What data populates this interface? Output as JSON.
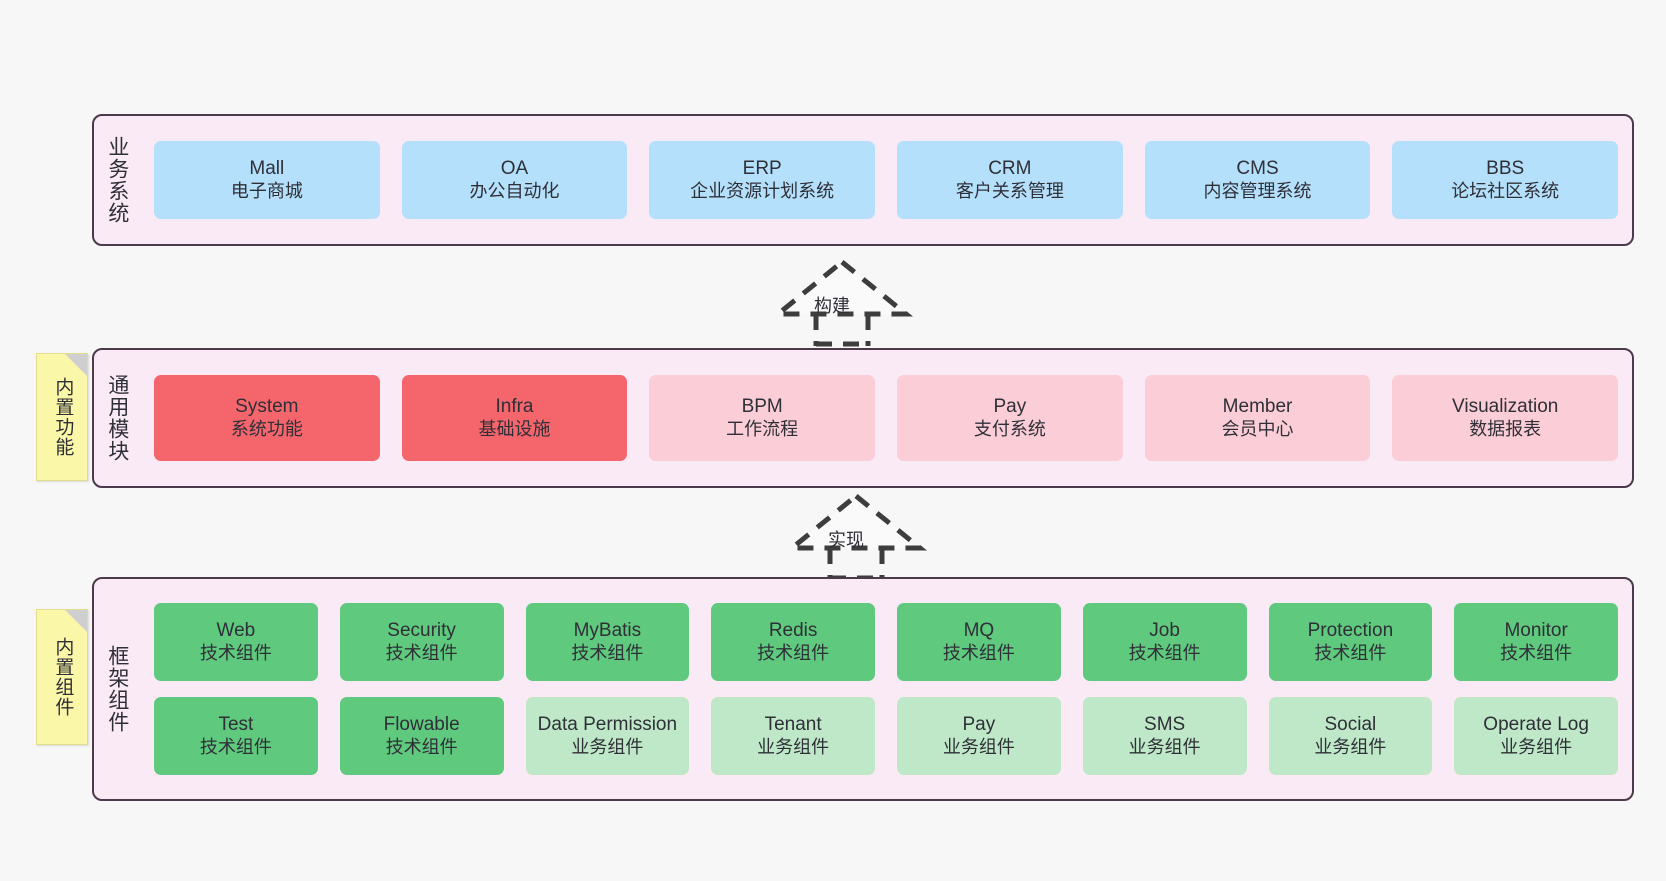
{
  "theme": {
    "background": "#f7f7f7",
    "layer_bg": "#f9eaf5",
    "layer_border": "#4b3a4c",
    "blue": "#b4e0fb",
    "red": "#f4656c",
    "pink": "#fbcdd6",
    "green": "#5fc97e",
    "light_green": "#bfe8c8",
    "sticky_yellow": "#fbf7a8"
  },
  "layers": [
    {
      "id": "business-system",
      "title": "业务系统",
      "rows": [
        [
          {
            "en": "Mall",
            "cn": "电子商城",
            "color": "c-blue"
          },
          {
            "en": "OA",
            "cn": "办公自动化",
            "color": "c-blue"
          },
          {
            "en": "ERP",
            "cn": "企业资源计划系统",
            "color": "c-blue"
          },
          {
            "en": "CRM",
            "cn": "客户关系管理",
            "color": "c-blue"
          },
          {
            "en": "CMS",
            "cn": "内容管理系统",
            "color": "c-blue"
          },
          {
            "en": "BBS",
            "cn": "论坛社区系统",
            "color": "c-blue"
          }
        ]
      ]
    },
    {
      "id": "common-module",
      "title": "通用模块",
      "rows": [
        [
          {
            "en": "System",
            "cn": "系统功能",
            "color": "c-red"
          },
          {
            "en": "Infra",
            "cn": "基础设施",
            "color": "c-red"
          },
          {
            "en": "BPM",
            "cn": "工作流程",
            "color": "c-pink"
          },
          {
            "en": "Pay",
            "cn": "支付系统",
            "color": "c-pink"
          },
          {
            "en": "Member",
            "cn": "会员中心",
            "color": "c-pink"
          },
          {
            "en": "Visualization",
            "cn": "数据报表",
            "color": "c-pink"
          }
        ]
      ]
    },
    {
      "id": "framework-component",
      "title": "框架组件",
      "rows": [
        [
          {
            "en": "Web",
            "cn": "技术组件",
            "color": "c-green"
          },
          {
            "en": "Security",
            "cn": "技术组件",
            "color": "c-green"
          },
          {
            "en": "MyBatis",
            "cn": "技术组件",
            "color": "c-green"
          },
          {
            "en": "Redis",
            "cn": "技术组件",
            "color": "c-green"
          },
          {
            "en": "MQ",
            "cn": "技术组件",
            "color": "c-green"
          },
          {
            "en": "Job",
            "cn": "技术组件",
            "color": "c-green"
          },
          {
            "en": "Protection",
            "cn": "技术组件",
            "color": "c-green"
          },
          {
            "en": "Monitor",
            "cn": "技术组件",
            "color": "c-green"
          }
        ],
        [
          {
            "en": "Test",
            "cn": "技术组件",
            "color": "c-green"
          },
          {
            "en": "Flowable",
            "cn": "技术组件",
            "color": "c-green"
          },
          {
            "en": "Data Permission",
            "cn": "业务组件",
            "color": "c-lightgreen"
          },
          {
            "en": "Tenant",
            "cn": "业务组件",
            "color": "c-lightgreen"
          },
          {
            "en": "Pay",
            "cn": "业务组件",
            "color": "c-lightgreen"
          },
          {
            "en": "SMS",
            "cn": "业务组件",
            "color": "c-lightgreen"
          },
          {
            "en": "Social",
            "cn": "业务组件",
            "color": "c-lightgreen"
          },
          {
            "en": "Operate Log",
            "cn": "业务组件",
            "color": "c-lightgreen"
          }
        ]
      ]
    }
  ],
  "sticky_notes": [
    {
      "id": "builtin-feature",
      "text": "内置功能"
    },
    {
      "id": "builtin-component",
      "text": "内置组件"
    }
  ],
  "arrows": [
    {
      "id": "build",
      "label": "构建"
    },
    {
      "id": "implement",
      "label": "实现"
    }
  ]
}
